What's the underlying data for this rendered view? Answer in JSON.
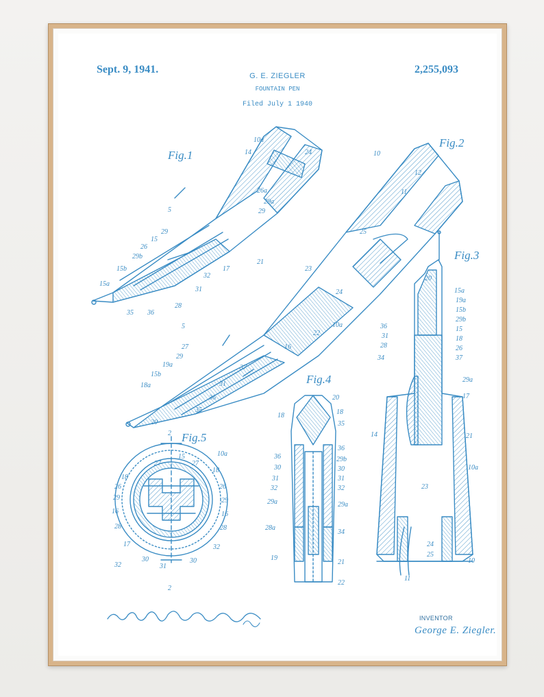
{
  "header": {
    "date": "Sept. 9, 1941.",
    "inventor": "G. E. ZIEGLER",
    "title": "FOUNTAIN PEN",
    "filed": "Filed July 1  1940",
    "patent_number": "2,255,093"
  },
  "figures": {
    "fig1": "Fig.1",
    "fig2": "Fig.2",
    "fig3": "Fig.3",
    "fig4": "Fig.4",
    "fig5": "Fig.5"
  },
  "footer": {
    "inventor_label": "INVENTOR",
    "inventor_name": "George E. Ziegler."
  },
  "colors": {
    "ink": "#3a8cc4",
    "frame": "#d8b48a",
    "paper": "#ffffff"
  }
}
